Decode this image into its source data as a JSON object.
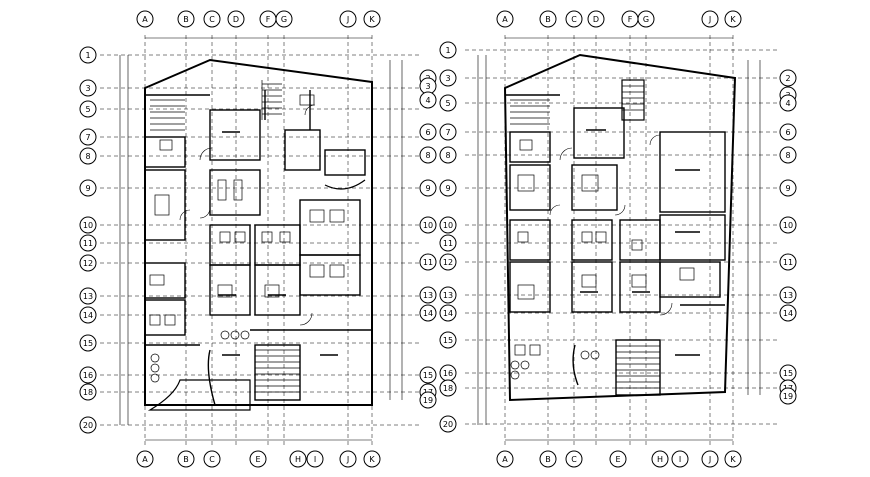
{
  "plans": [
    {
      "id": "left",
      "top_grid": [
        "A",
        "B",
        "C",
        "D",
        "F",
        "G",
        "J",
        "K"
      ],
      "bottom_grid": [
        "A",
        "B",
        "C",
        "E",
        "H",
        "I",
        "J",
        "K"
      ],
      "left_grid": [
        "1",
        "3",
        "5",
        "7",
        "8",
        "9",
        "10",
        "11",
        "12",
        "13",
        "14",
        "15",
        "16",
        "18",
        "20"
      ],
      "right_grid": [
        "2",
        "3",
        "4",
        "6",
        "8",
        "9",
        "10",
        "11",
        "13",
        "14",
        "15",
        "17",
        "19"
      ]
    },
    {
      "id": "right",
      "top_grid": [
        "A",
        "B",
        "C",
        "D",
        "F",
        "G",
        "J",
        "K"
      ],
      "bottom_grid": [
        "A",
        "B",
        "C",
        "E",
        "H",
        "I",
        "J",
        "K"
      ],
      "left_grid": [
        "1",
        "3",
        "5",
        "7",
        "8",
        "9",
        "10",
        "11",
        "12",
        "13",
        "14",
        "15",
        "16",
        "18",
        "20"
      ],
      "right_grid": [
        "2",
        "3",
        "4",
        "6",
        "8",
        "9",
        "10",
        "11",
        "13",
        "14",
        "15",
        "17",
        "19"
      ]
    }
  ]
}
